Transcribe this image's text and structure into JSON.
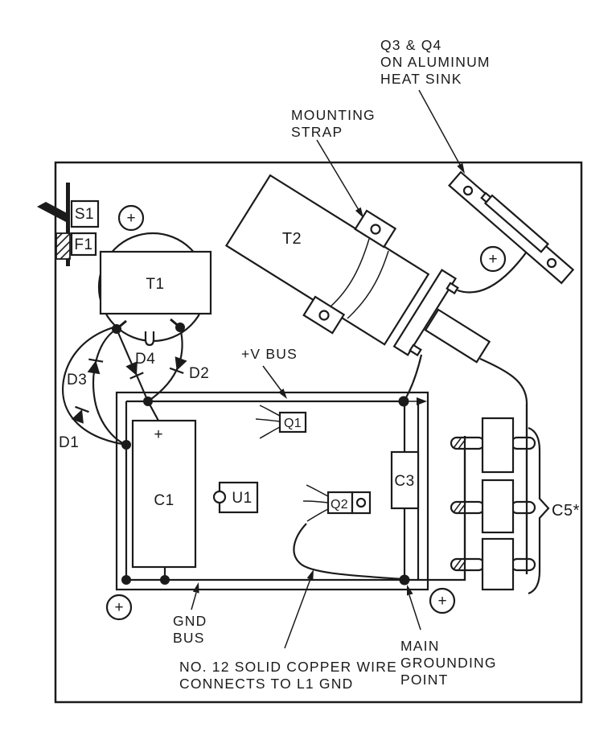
{
  "figure": "power-supply-chassis-layout",
  "components": {
    "s1": "S1",
    "f1": "F1",
    "t1": "T1",
    "t2": "T2",
    "d1": "D1",
    "d2": "D2",
    "d3": "D3",
    "d4": "D4",
    "c1": "C1",
    "c1_polarity": "+",
    "u1": "U1",
    "q1": "Q1",
    "q2": "Q2",
    "c3": "C3",
    "c5": "C5*"
  },
  "annotations": {
    "heatsink": [
      "Q3 & Q4",
      "ON ALUMINUM",
      "HEAT SINK"
    ],
    "mounting_strap": [
      "MOUNTING",
      "STRAP"
    ],
    "v_bus": "+V BUS",
    "gnd_bus": [
      "GND",
      "BUS"
    ],
    "copper_wire": [
      "NO. 12 SOLID COPPER WIRE",
      "CONNECTS TO L1 GND"
    ],
    "main_ground": [
      "MAIN",
      "GROUNDING",
      "POINT"
    ]
  },
  "symbols": {
    "screw": "+"
  },
  "colors": {
    "ink": "#1b1b1b",
    "paper": "#ffffff"
  }
}
